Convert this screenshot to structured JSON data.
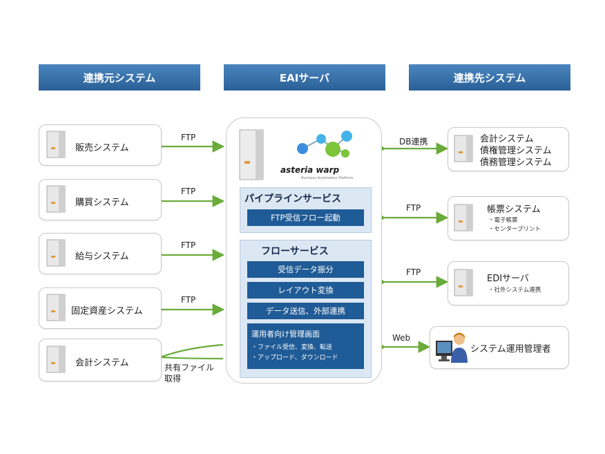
{
  "headers": {
    "source": "連携元システム",
    "eai": "EAIサーバ",
    "target": "連携先システム"
  },
  "source_systems": [
    {
      "label": "販売システム",
      "link": "FTP"
    },
    {
      "label": "購買システム",
      "link": "FTP"
    },
    {
      "label": "給与システム",
      "link": "FTP"
    },
    {
      "label": "固定資産システム",
      "link": "FTP"
    },
    {
      "label": "会計システム",
      "link": "共有ファイル\n取得"
    }
  ],
  "eai": {
    "logo_text": "asteria warp",
    "logo_sub": "Business Automation Platform",
    "pipeline": {
      "title": "パイプラインサービス",
      "item": "FTP受信フロー起動"
    },
    "flow": {
      "title": "フローサービス",
      "items": [
        "受信データ振分",
        "レイアウト変換",
        "データ送信、外部連携"
      ],
      "ops_title": "運用者向け管理画面",
      "ops_lines": [
        "・ファイル受信、変換、転送",
        "・アップロード、ダウンロード"
      ]
    }
  },
  "target_systems": [
    {
      "link": "DB連携",
      "lines": [
        "会計システム",
        "債権管理システム",
        "債務管理システム"
      ],
      "sub": []
    },
    {
      "link": "FTP",
      "lines": [
        "帳票システム"
      ],
      "sub": [
        "・電子帳票",
        "・センタープリント"
      ]
    },
    {
      "link": "FTP",
      "lines": [
        "EDIサーバ"
      ],
      "sub": [
        "・社外システム連携"
      ]
    },
    {
      "link": "Web",
      "lines": [
        "システム運用管理者"
      ],
      "sub": []
    }
  ],
  "colors": {
    "header": "#2a5f96",
    "arrow": "#6aab3a",
    "panel": "#dbe7f3",
    "button": "#1f5b96"
  }
}
